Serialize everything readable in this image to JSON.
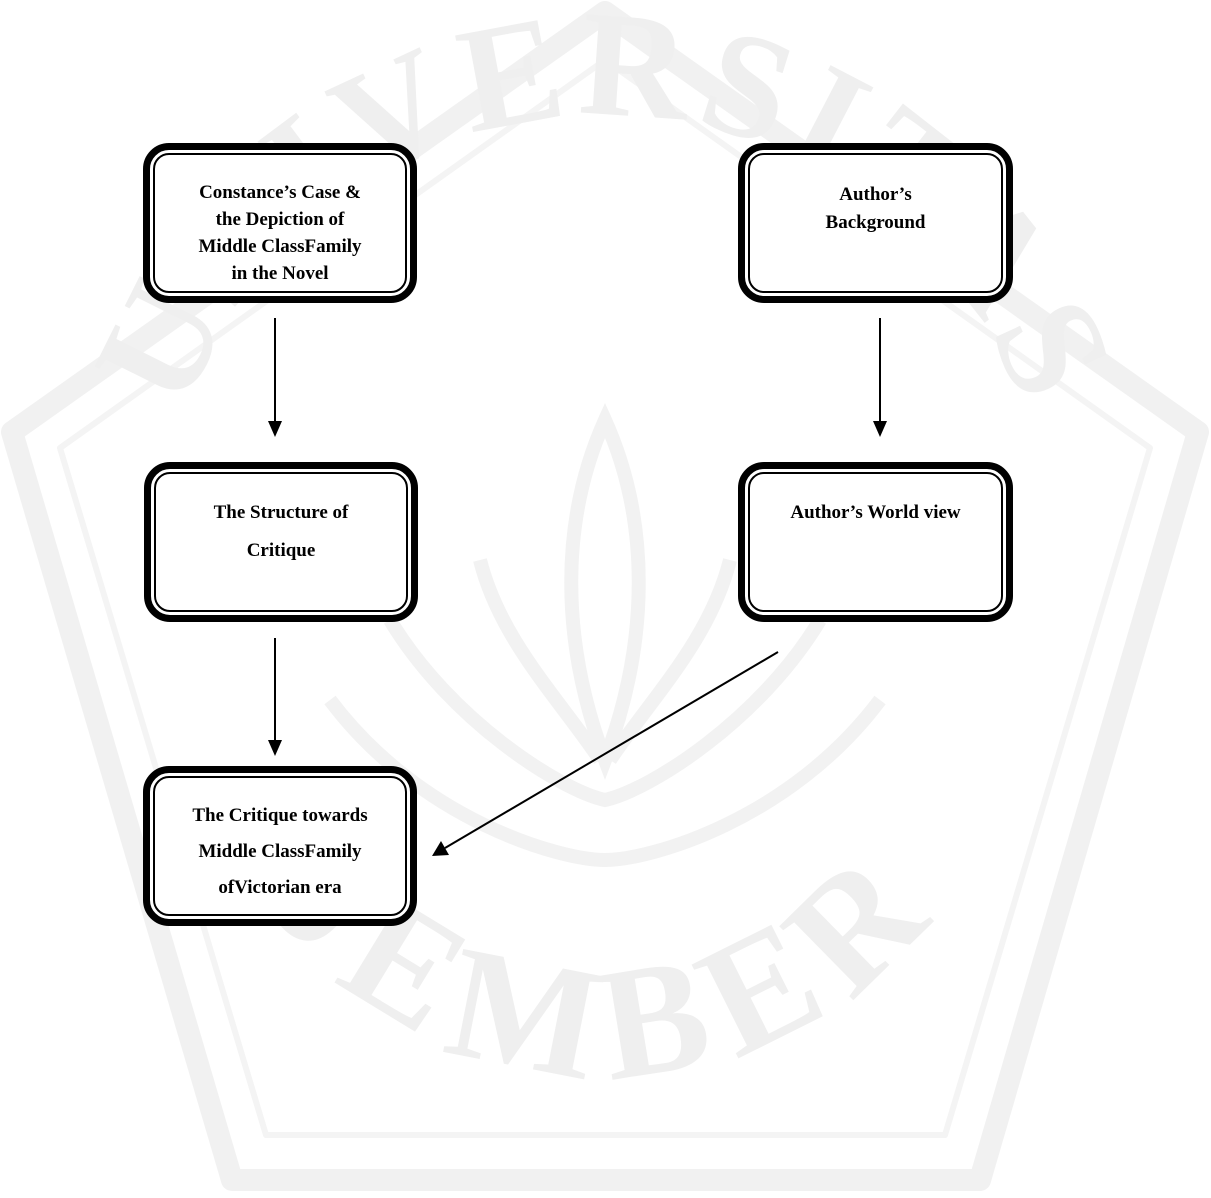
{
  "colors": {
    "stroke": "#000000",
    "background": "#ffffff",
    "watermark": "#f2f2f2"
  },
  "watermark": {
    "arc_top": "UNIVERSITAS",
    "arc_bottom": "JEMBER"
  },
  "nodes": {
    "constance_case": {
      "line1": "Constance’s Case &",
      "line2": "the Depiction of",
      "line3": "Middle ClassFamily",
      "line4": "in the Novel"
    },
    "author_background": {
      "line1": "Author’s",
      "line2": "Background"
    },
    "structure_of_critique": {
      "line1": "The Structure of",
      "line2": "Critique"
    },
    "author_world_view": {
      "line1": "Author’s World view"
    },
    "critique_towards": {
      "line1": "The Critique towards",
      "line2": "Middle ClassFamily",
      "line3": "ofVictorian era"
    }
  },
  "edges": [
    {
      "from": "constance_case",
      "to": "structure_of_critique"
    },
    {
      "from": "author_background",
      "to": "author_world_view"
    },
    {
      "from": "structure_of_critique",
      "to": "critique_towards"
    },
    {
      "from": "author_world_view",
      "to": "critique_towards"
    }
  ]
}
